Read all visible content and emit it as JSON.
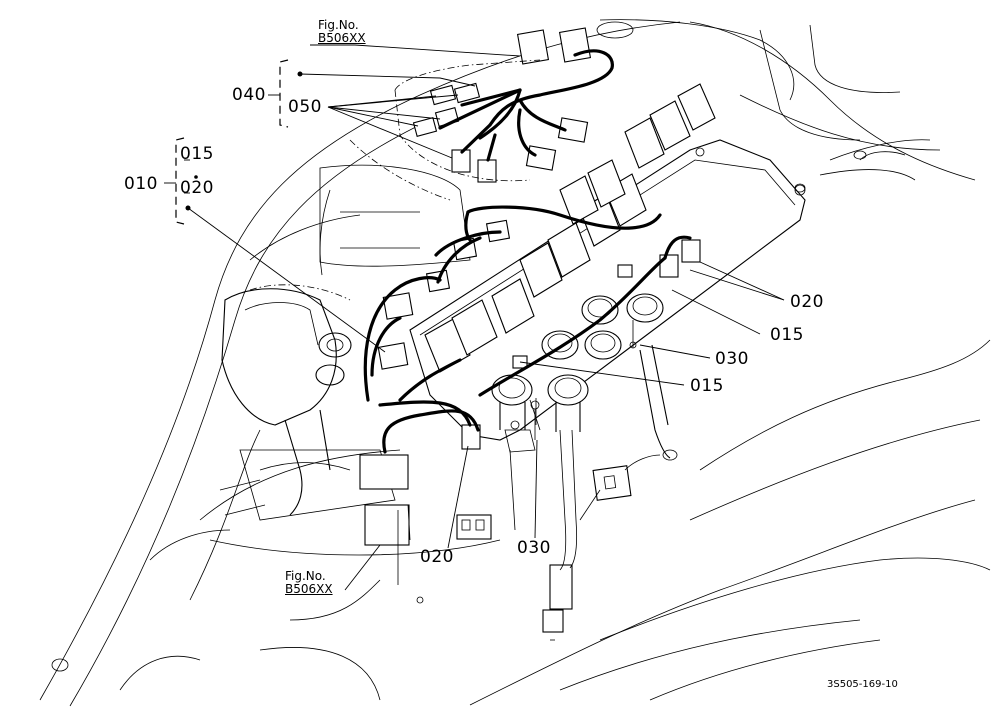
{
  "callouts": {
    "c040": "040",
    "c050": "050",
    "c010": "010",
    "c015_group": "015",
    "c020_group": "020",
    "c020_right": "020",
    "c015_right": "015",
    "c030_right": "030",
    "c015_mid": "015",
    "c020_bottom": "020",
    "c030_bottom": "030"
  },
  "references": {
    "top": {
      "prefix": "Fig.No.",
      "number": "B506XX"
    },
    "bottom": {
      "prefix": "Fig.No.",
      "number": "B506XX"
    }
  },
  "drawing_code": "3S505-169-10"
}
